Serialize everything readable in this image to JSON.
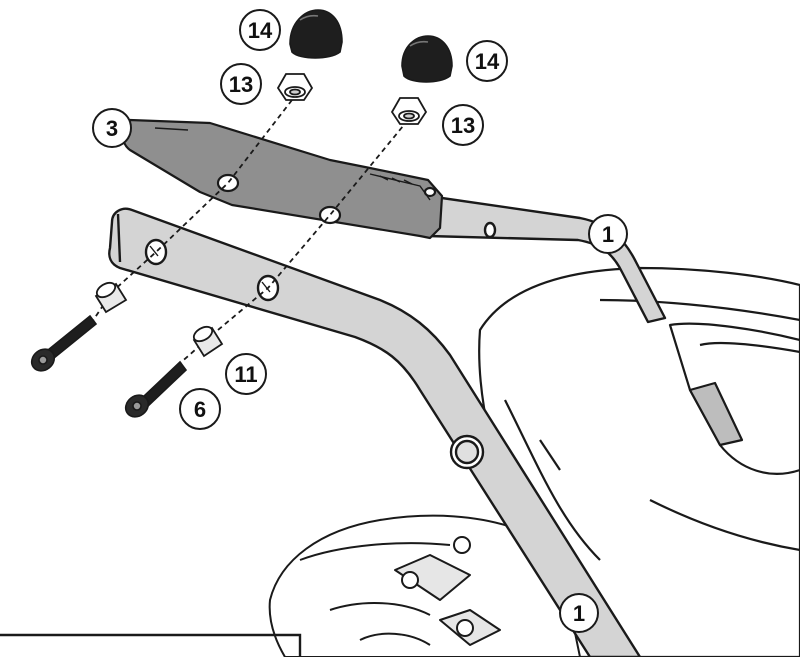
{
  "diagram": {
    "callouts": [
      {
        "id": "part-14-left",
        "text": "14"
      },
      {
        "id": "part-13-left",
        "text": "13"
      },
      {
        "id": "part-14-right",
        "text": "14"
      },
      {
        "id": "part-13-right",
        "text": "13"
      },
      {
        "id": "part-3",
        "text": "3"
      },
      {
        "id": "part-1-top",
        "text": "1"
      },
      {
        "id": "part-11",
        "text": "11"
      },
      {
        "id": "part-6",
        "text": "6"
      },
      {
        "id": "part-1-bottom",
        "text": "1"
      }
    ]
  },
  "colors": {
    "line": "#1a1a1a",
    "plate_fill": "#8f8f8f",
    "arm_fill": "#d4d4d4",
    "cap_fill": "#1e1e1e",
    "background": "#ffffff"
  }
}
